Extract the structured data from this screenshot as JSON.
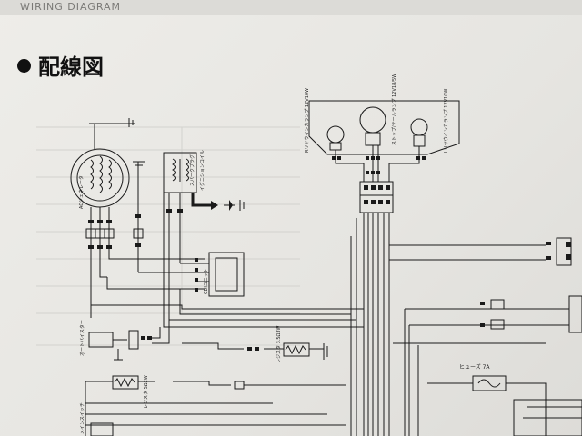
{
  "header": {
    "text": "WIRING DIAGRAM"
  },
  "section_title": "配線図",
  "components": {
    "lamp_right": "Rリヤウインカランプ 12V10W",
    "lamp_tail": "ストップ/テールランプ 12V18/5W",
    "lamp_left": "Lリヤウインカランプ 12V10W",
    "ac_generator": "ACジェネレータ",
    "ignition_coil": "イグニションコイル",
    "spark_plug": "スパークプラグ",
    "cdi_unit": "CDIユニット",
    "auto_choke": "オートバイスター",
    "resistor": "レジスタ 3.5Ω3W",
    "resistor_2": "レジスタ 5Ω2W",
    "fuse": "ヒューズ 7A",
    "bottom_left": "メインスイッチ"
  },
  "colors": {
    "ink": "#1a1a1a",
    "paper": "#ebeae6",
    "table_ghost": "#d6d5d1"
  }
}
